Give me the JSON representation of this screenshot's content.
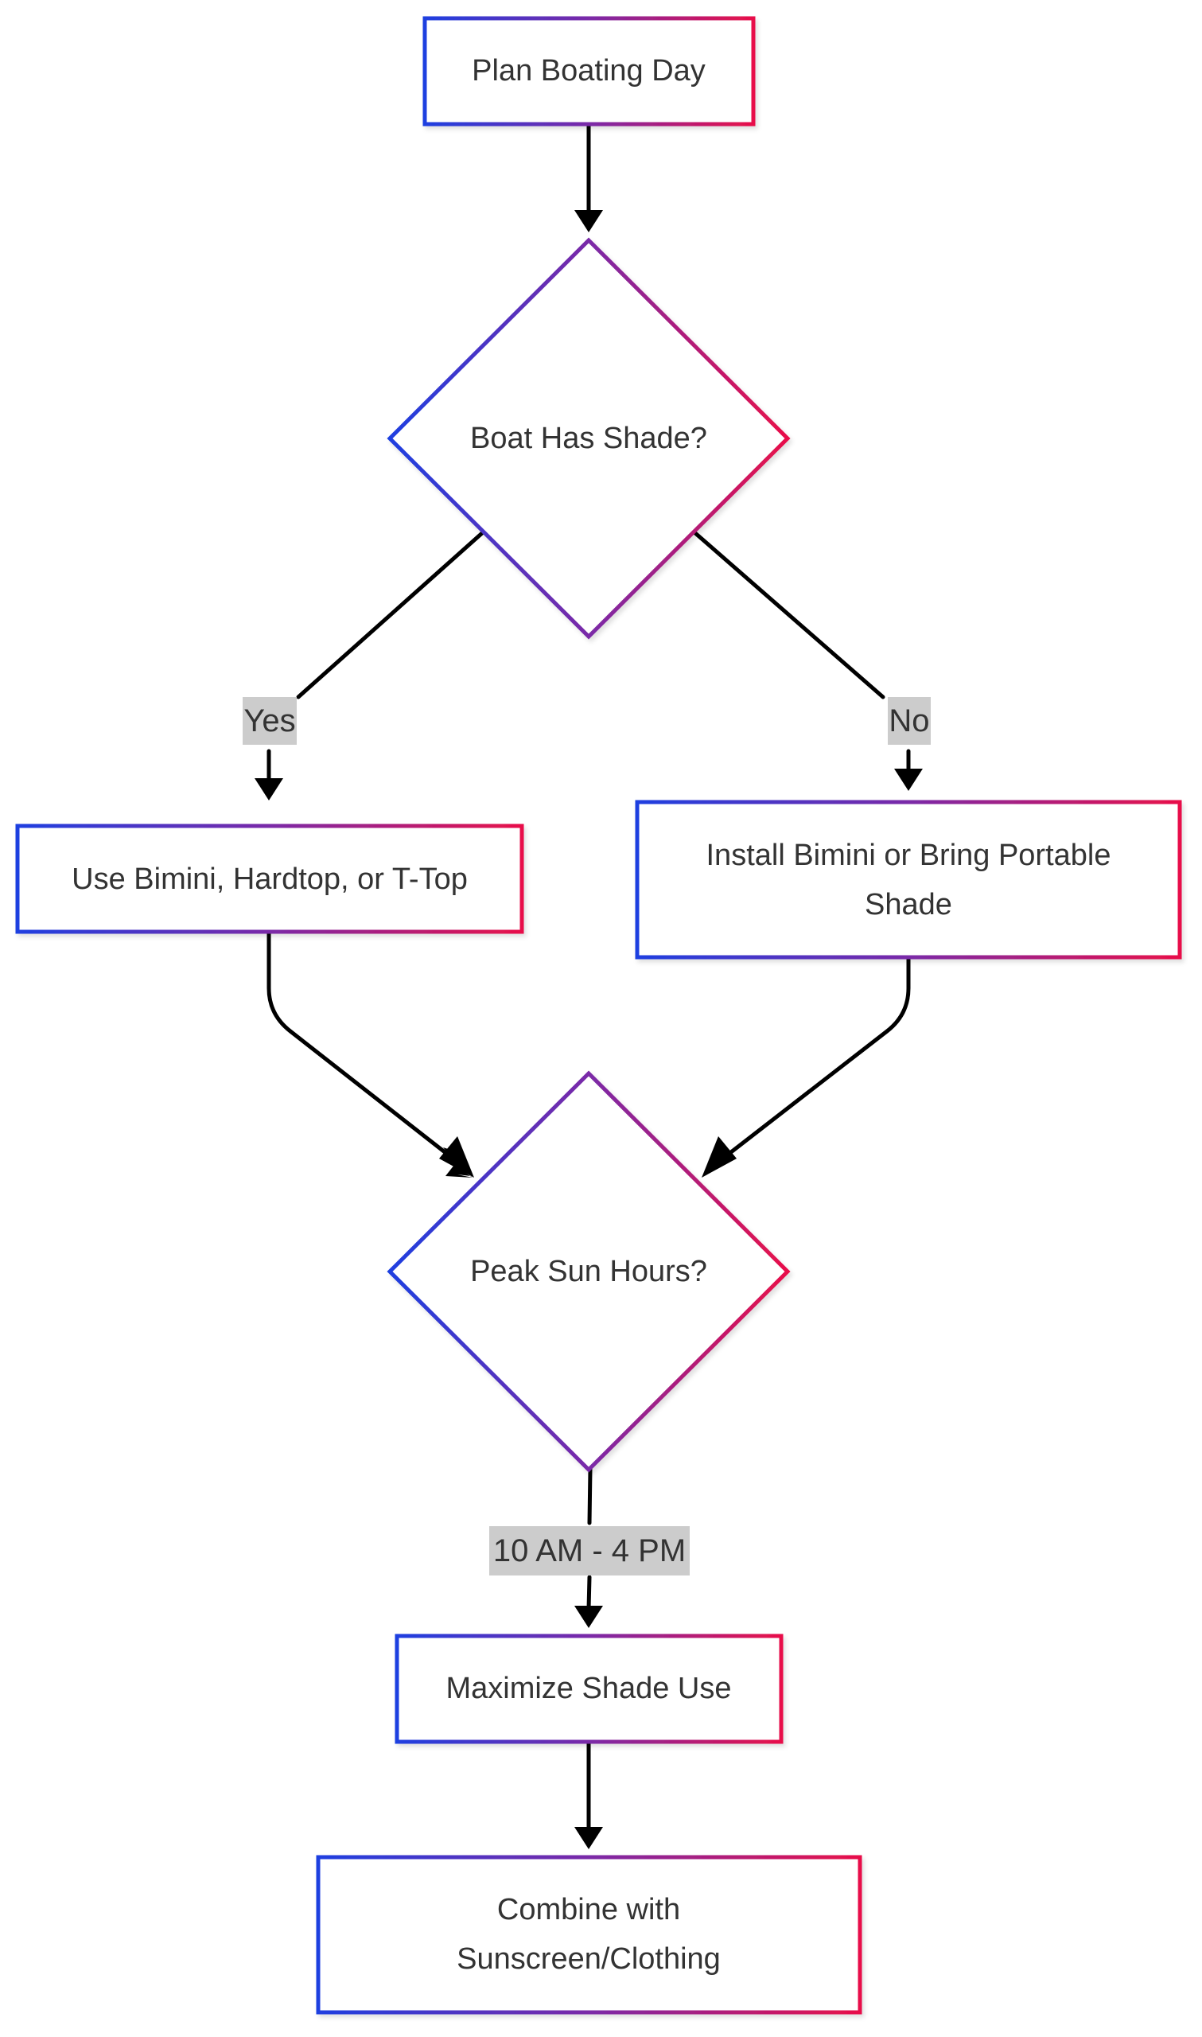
{
  "diagram": {
    "nodes": {
      "plan": {
        "label": "Plan Boating Day"
      },
      "shade_check": {
        "label": "Boat Has Shade?"
      },
      "use_existing": {
        "label": "Use Bimini, Hardtop, or T-Top"
      },
      "install": {
        "label_line1": "Install Bimini or Bring Portable",
        "label_line2": "Shade"
      },
      "peak_sun": {
        "label": "Peak Sun Hours?"
      },
      "maximize": {
        "label": "Maximize Shade Use"
      },
      "combine": {
        "label_line1": "Combine with",
        "label_line2": "Sunscreen/Clothing"
      }
    },
    "edges": {
      "yes": {
        "label": "Yes"
      },
      "no": {
        "label": "No"
      },
      "hours": {
        "label": "10 AM - 4 PM"
      }
    },
    "colors": {
      "gradient_start": "#1f3fe0",
      "gradient_mid": "#7a2aa8",
      "gradient_end": "#e8104a",
      "edge": "#000000",
      "edge_label_bg": "#cccccc",
      "text": "#333333"
    }
  }
}
